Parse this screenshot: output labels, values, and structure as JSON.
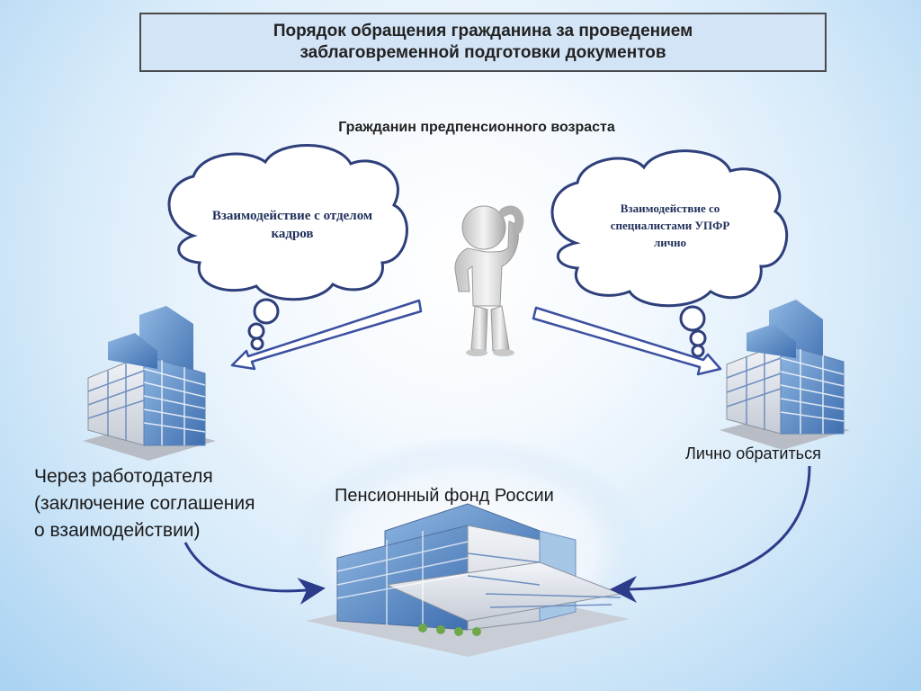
{
  "title": {
    "line1": "Порядок обращения гражданина за проведением",
    "line2": "заблаговременной подготовки документов"
  },
  "subtitle": "Гражданин предпенсионного возраста",
  "cloud_left": {
    "line1": "Взаимодействие с отделом",
    "line2": "кадров"
  },
  "cloud_right": {
    "line1": "Взаимодействие со",
    "line2": "специалистами УПФР",
    "line3": "лично"
  },
  "left_label": {
    "line1": "Через работодателя",
    "line2": "(заключение соглашения",
    "line3": "о взаимодействии)"
  },
  "right_label": "Лично обратиться",
  "center_label": "Пенсионный фонд России",
  "colors": {
    "title_fill": "#d3e4f6",
    "cloud_stroke": "#2e3f7a",
    "arrow_curve": "#2c3b8a",
    "arrow_outline": "#3a4fa0"
  },
  "icons": [
    "thinking-person-icon",
    "office-building-icon",
    "office-building-icon",
    "pension-fund-building-icon"
  ]
}
